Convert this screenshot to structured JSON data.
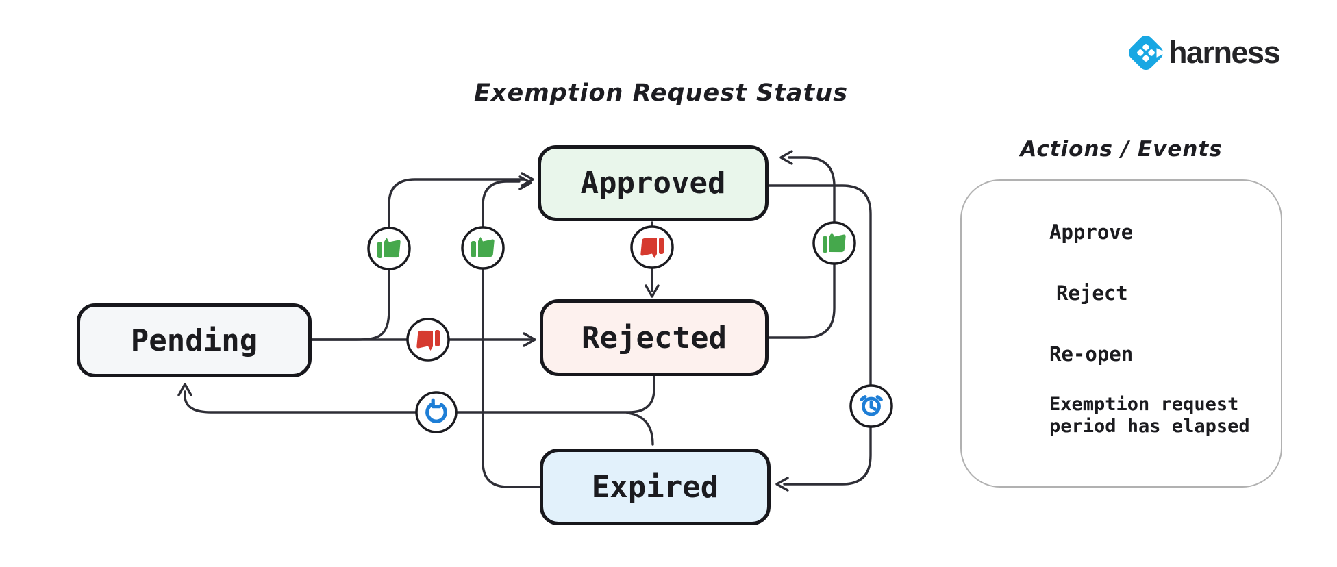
{
  "title": "Exemption Request Status",
  "logo": {
    "brand": "harness"
  },
  "diagram": {
    "states": [
      {
        "id": "pending",
        "label": "Pending",
        "fill": "#f5f7f9"
      },
      {
        "id": "approved",
        "label": "Approved",
        "fill": "#e9f6eb"
      },
      {
        "id": "rejected",
        "label": "Rejected",
        "fill": "#fdf1ee"
      },
      {
        "id": "expired",
        "label": "Expired",
        "fill": "#e2f1fb"
      }
    ],
    "transitions": [
      {
        "from": "Pending",
        "to": "Approved",
        "action": "Approve"
      },
      {
        "from": "Pending",
        "to": "Rejected",
        "action": "Reject"
      },
      {
        "from": "Approved",
        "to": "Rejected",
        "action": "Reject"
      },
      {
        "from": "Rejected",
        "to": "Approved",
        "action": "Approve"
      },
      {
        "from": "Expired",
        "to": "Approved",
        "action": "Approve"
      },
      {
        "from": "Approved",
        "to": "Expired",
        "action": "Exemption request period has elapsed"
      },
      {
        "from": "Rejected",
        "to": "Pending",
        "action": "Re-open"
      },
      {
        "from": "Expired",
        "to": "Pending",
        "action": "Re-open"
      }
    ]
  },
  "legend": {
    "title": "Actions / Events",
    "items": [
      {
        "icon": "thumbs-up-icon",
        "label": "Approve"
      },
      {
        "icon": "thumbs-down-icon",
        "label": "Reject"
      },
      {
        "icon": "reopen-icon",
        "label": "Re-open"
      },
      {
        "icon": "alarm-clock-icon",
        "label": "Exemption request\nperiod has elapsed"
      }
    ]
  },
  "colors": {
    "approve_green": "#45a84c",
    "reject_red": "#d63a2f",
    "action_blue": "#1e7ed6",
    "brand_blue": "#18a7e3",
    "node_border": "#17171c",
    "wire": "#2e2e36"
  }
}
